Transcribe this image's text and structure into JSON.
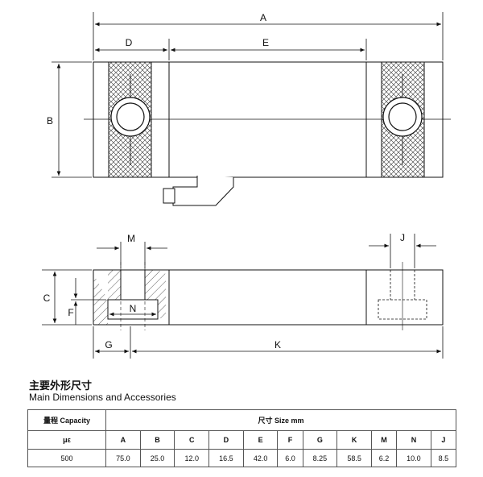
{
  "dimension_labels": {
    "A": "A",
    "B": "B",
    "C": "C",
    "D": "D",
    "E": "E",
    "F": "F",
    "G": "G",
    "J": "J",
    "K": "K",
    "M": "M",
    "N": "N"
  },
  "section": {
    "title_cn": "主要外形尺寸",
    "title_en": "Main Dimensions and Accessories"
  },
  "table": {
    "capacity_header": "量程 Capacity",
    "size_header": "尺寸 Size mm",
    "unit": "με",
    "columns": [
      "A",
      "B",
      "C",
      "D",
      "E",
      "F",
      "G",
      "K",
      "M",
      "N",
      "J"
    ],
    "rows": [
      {
        "capacity": "500",
        "values": [
          "75.0",
          "25.0",
          "12.0",
          "16.5",
          "42.0",
          "6.0",
          "8.25",
          "58.5",
          "6.2",
          "10.0",
          "8.5"
        ]
      }
    ]
  }
}
